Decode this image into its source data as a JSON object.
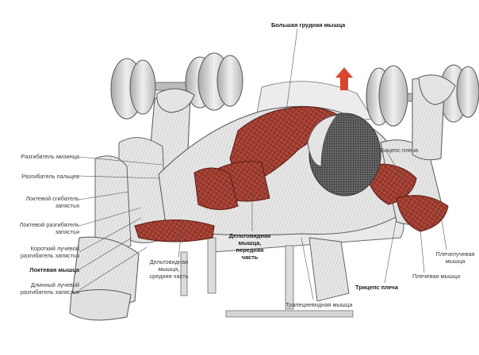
{
  "labels": {
    "pectoralis_major": "Большая грудная мышца",
    "extensor_little_finger": "Разгибатель мизинца",
    "extensor_fingers": "Разгибатель пальцев",
    "ulnar_flexor_wrist": "Локтевой сгибатель\nзапястья",
    "ulnar_extensor_wrist": "Локтевой разгибатель\nзапястья",
    "short_radial_extensor": "Короткий лучевой\nразгибатель запястья",
    "anconeus": "Локтевая мышца",
    "long_radial_extensor": "Длинный лучевой\nразгибатель запястья",
    "middle_deltoid": "Дельтовидная\nмышца,\nсредняя часть",
    "anterior_deltoid": "Дельтовидная\nмышца,\nпередняя\nчасть",
    "biceps": "Бицепс плеча",
    "brachioradialis": "Плечелучевая\nмышца",
    "brachialis": "Плечевая мышца",
    "triceps": "Трицепс плеча",
    "trapezius": "Трапециевидная мышца"
  },
  "colors": {
    "muscle_red": "#b23a2e",
    "muscle_dark": "#7a2219",
    "arrow_red": "#d9452f",
    "sketch_gray": "#cfcfcf",
    "line_gray": "#555555"
  },
  "icons": {
    "direction": "up-arrow-icon"
  }
}
